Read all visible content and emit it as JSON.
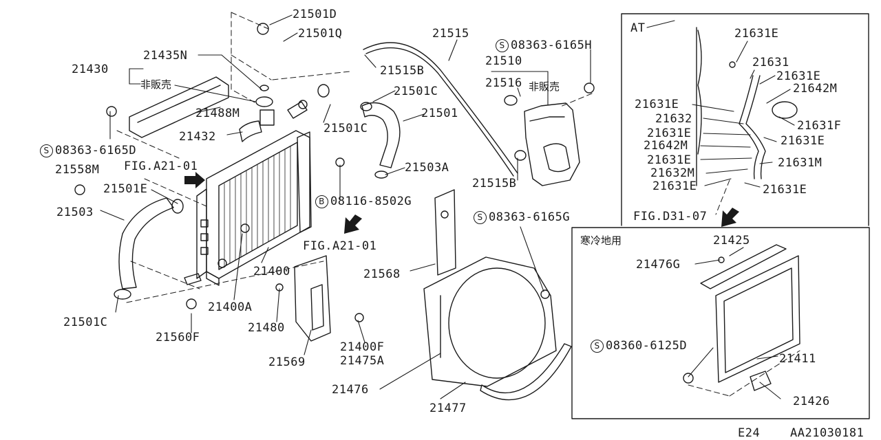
{
  "labels": {
    "p21501D": "21501D",
    "p21501Q": "21501Q",
    "p21515": "21515",
    "s08363_6165H": "08363-6165H",
    "p21631E_a": "21631E",
    "p21430": "21430",
    "p21435N": "21435N",
    "p21515B_a": "21515B",
    "p21510": "21510",
    "p21631": "21631",
    "hihanbai_a": "非販売",
    "p21516": "21516",
    "hihanbai_b": "非販売",
    "p21631E_b": "21631E",
    "p21642M_a": "21642M",
    "p21501C_a": "21501C",
    "p21488M": "21488M",
    "p21501": "21501",
    "p21631E_c": "21631E",
    "p21632": "21632",
    "p21631F": "21631F",
    "p21432": "21432",
    "p21501C_b": "21501C",
    "p21631E_d": "21631E",
    "p21631E_e": "21631E",
    "s08363_6165D": "08363-6165D",
    "p21642M_b": "21642M",
    "p21631E_f": "21631E",
    "p21631M": "21631M",
    "fig_a21_01_a": "FIG.A21-01",
    "p21503A": "21503A",
    "p21558M": "21558M",
    "p21632M": "21632M",
    "p21515B_b": "21515B",
    "p21631E_g": "21631E",
    "p21631E_h": "21631E",
    "p21501E": "21501E",
    "b08116_8502G": "08116-8502G",
    "p21503": "21503",
    "s08363_6165G": "08363-6165G",
    "fig_d31_07": "FIG.D31-07",
    "fig_a21_01_b": "FIG.A21-01",
    "p21425": "21425",
    "p21476G": "21476G",
    "p21568": "21568",
    "p21400": "21400",
    "p21400A": "21400A",
    "p21501C_c": "21501C",
    "p21480": "21480",
    "p21560F": "21560F",
    "p21400F": "21400F",
    "p21475A": "21475A",
    "s08360_6125D": "08360-6125D",
    "p21411": "21411",
    "p21569": "21569",
    "p21476": "21476",
    "p21426": "21426",
    "p21477": "21477",
    "at": "AT",
    "kanreichi": "寒冷地用",
    "page_code": "E24",
    "diagram_code": "AA21030181",
    "s_mark": "S",
    "b_mark": "B"
  }
}
